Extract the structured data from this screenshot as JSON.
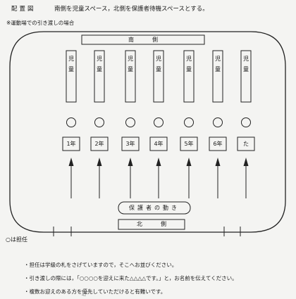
{
  "header": {
    "label": "配置図",
    "text": "南側を児童スペース，北側を保護者待機スペースとする。"
  },
  "note": "※運動場での引き渡しの場合",
  "diagram": {
    "south_label": "南側",
    "north_label": "北側",
    "movement_label": "保護者の動き",
    "columns": [
      {
        "label": "児童",
        "grade": "1年"
      },
      {
        "label": "児童",
        "grade": "2年"
      },
      {
        "label": "児童",
        "grade": "3年"
      },
      {
        "label": "児童",
        "grade": "4年"
      },
      {
        "label": "児童",
        "grade": "5年"
      },
      {
        "label": "児童",
        "grade": "6年"
      },
      {
        "label": "児童",
        "grade": "た"
      }
    ]
  },
  "legend": "○は担任",
  "bullets": [
    "・担任は学級の札をさげていますので，そこへお並びください。",
    "・引き渡しの際には，「○○○○を迎えに来た△△△△です。」と，お名前を伝えてください。",
    "・複数お迎えのある方を優先していただけると有難いです。"
  ],
  "page_mark": "42"
}
